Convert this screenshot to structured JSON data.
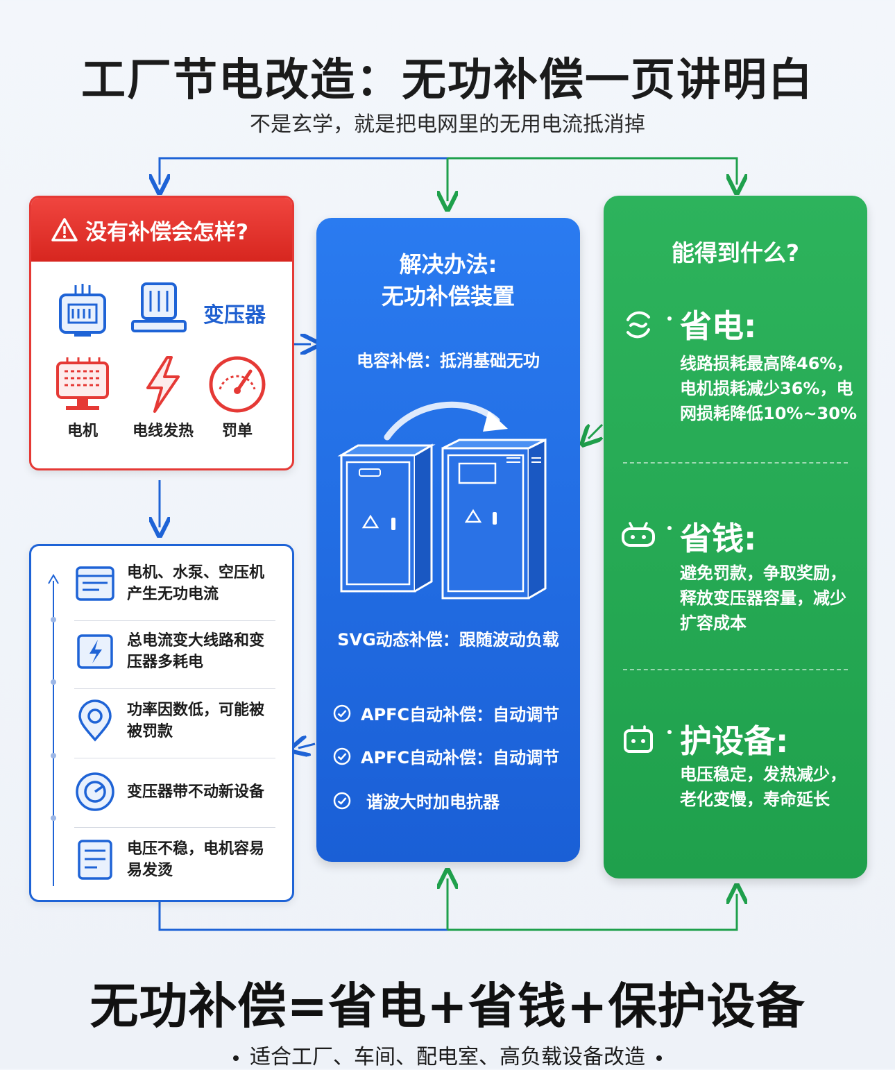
{
  "header": {
    "title": "工厂节电改造：无功补偿一页讲明白",
    "subtitle": "不是玄学，就是把电网里的无用电流抵消掉"
  },
  "problem_card": {
    "title": "没有补偿会怎样?",
    "transformer_label": "变压器",
    "icons": [
      {
        "name": "motor",
        "label": "电机"
      },
      {
        "name": "wire-heat",
        "label": "电线发热"
      },
      {
        "name": "fine",
        "label": "罚单"
      }
    ]
  },
  "causes": [
    {
      "icon": "document-icon",
      "text": "电机、水泵、空压机产生无功电流"
    },
    {
      "icon": "power-box-icon",
      "text": "总电流变大线路和变压器多耗电"
    },
    {
      "icon": "gauge-location-icon",
      "text": "功率因数低，可能被被罚款"
    },
    {
      "icon": "plug-circle-icon",
      "text": "变压器带不动新设备"
    },
    {
      "icon": "report-icon",
      "text": "电压不稳，电机容易易发烫"
    }
  ],
  "solution": {
    "title_line1": "解决办法:",
    "title_line2": "无功补偿装置",
    "capacitor": "电容补偿：抵消基础无功",
    "svg": "SVG动态补偿：跟随波动负载",
    "checks": [
      "APFC自动补偿：自动调节",
      "APFC自动补偿：自动调节",
      "谐波大时加电抗器"
    ]
  },
  "benefits": {
    "title": "能得到什么?",
    "items": [
      {
        "title": "省电:",
        "text": "线路损耗最高降46%，电机损耗减少36%，电网损耗降低10%~30%"
      },
      {
        "title": "省钱:",
        "text": "避免罚款，争取奖励，释放变压器容量，减少扩容成本"
      },
      {
        "title": "护设备:",
        "text": "电压稳定，发热减少，老化变慢，寿命延长"
      }
    ]
  },
  "footer": {
    "formula": "无功补偿=省电+省钱+保护设备",
    "note": "适合工厂、车间、配电室、高负载设备改造"
  },
  "colors": {
    "red": "#e53935",
    "blue": "#1e63d6",
    "green": "#1fa04c"
  }
}
